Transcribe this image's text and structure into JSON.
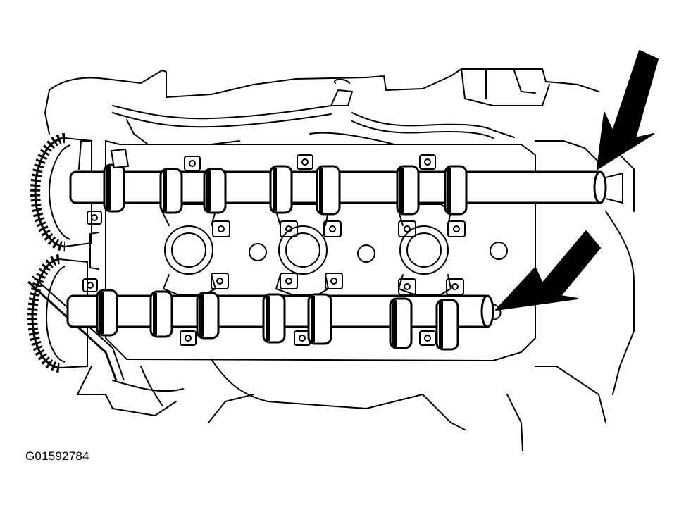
{
  "figure": {
    "id_label": "G01592784"
  },
  "colors": {
    "ink": "#000000",
    "paper": "#ffffff"
  },
  "diagram": {
    "subject": "upper-and-lower-camshafts-on-cylinder-head",
    "camshaft_count": 2,
    "lobes_per_camshaft": 7,
    "arrow_count": 2
  }
}
